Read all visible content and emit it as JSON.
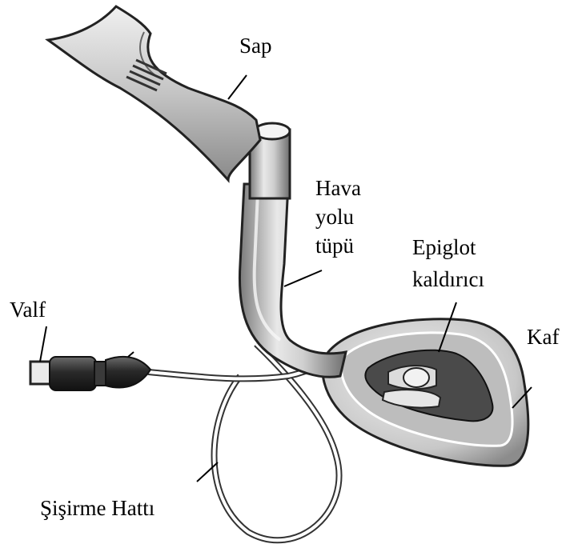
{
  "labels": {
    "sap": "Sap",
    "hava": "Hava",
    "yolu": "yolu",
    "tupu": "tüpü",
    "epiglot": "Epiglot",
    "kaldirici": "kaldırıcı",
    "valf": "Valf",
    "kaf": "Kaf",
    "sisirme": "Şişirme Hattı"
  }
}
